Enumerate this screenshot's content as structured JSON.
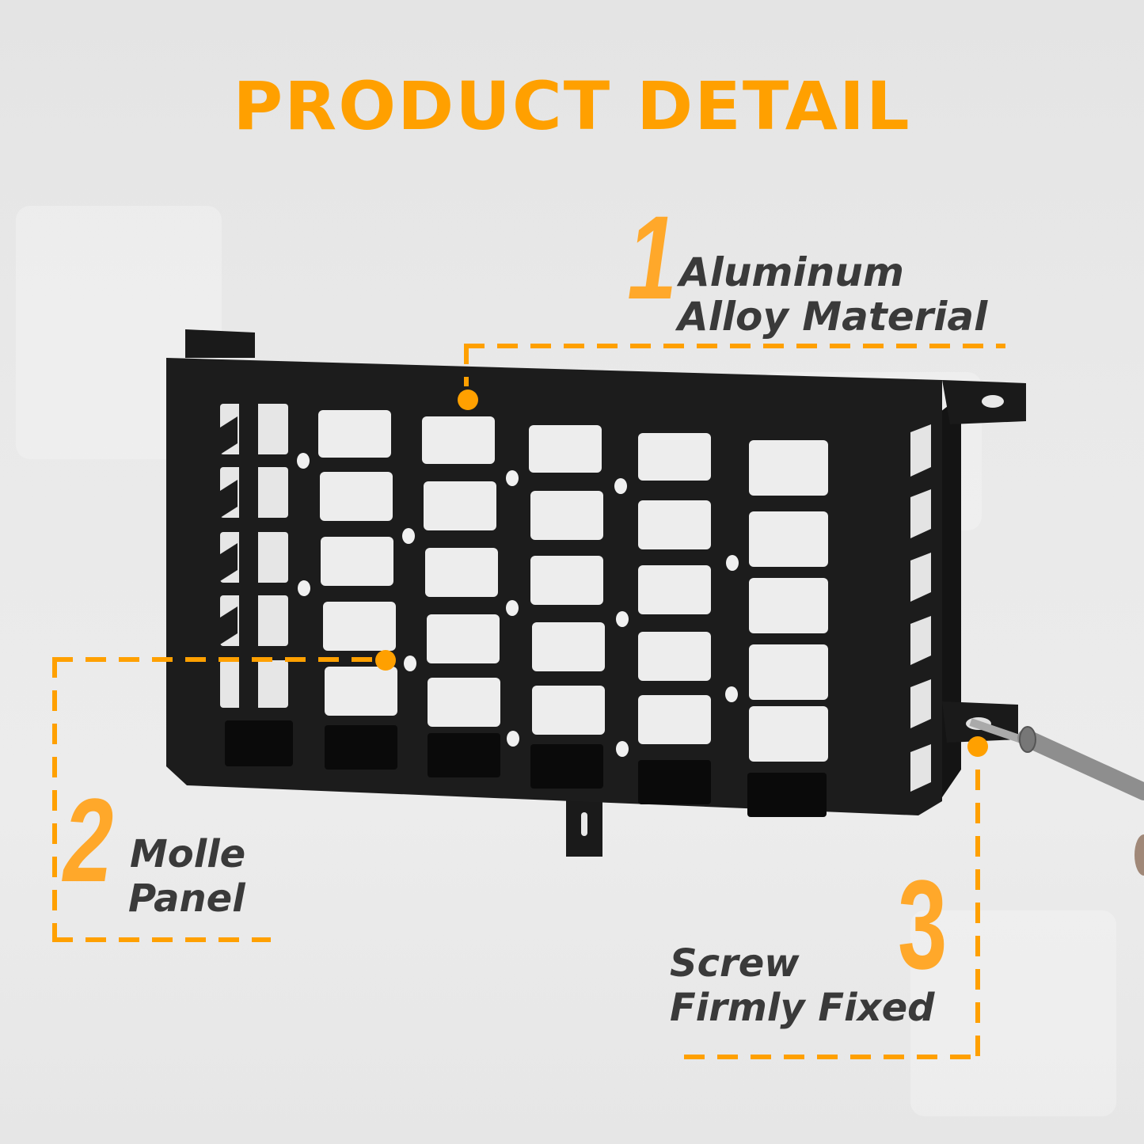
{
  "title": "PRODUCT DETAIL",
  "colors": {
    "accent": "#ffa000",
    "number": "#ffa82a",
    "text": "#3a3a3a",
    "background": "#e8e8e8",
    "product": "#1c1c1c"
  },
  "features": [
    {
      "number": "1",
      "line1": "Aluminum",
      "line2": "Alloy Material"
    },
    {
      "number": "2",
      "line1": "Molle",
      "line2": "Panel"
    },
    {
      "number": "3",
      "line1": "Screw",
      "line2": "Firmly Fixed"
    }
  ],
  "product": {
    "name": "molle-panel-bracket",
    "grid_rows": 6,
    "grid_cols": 6
  }
}
